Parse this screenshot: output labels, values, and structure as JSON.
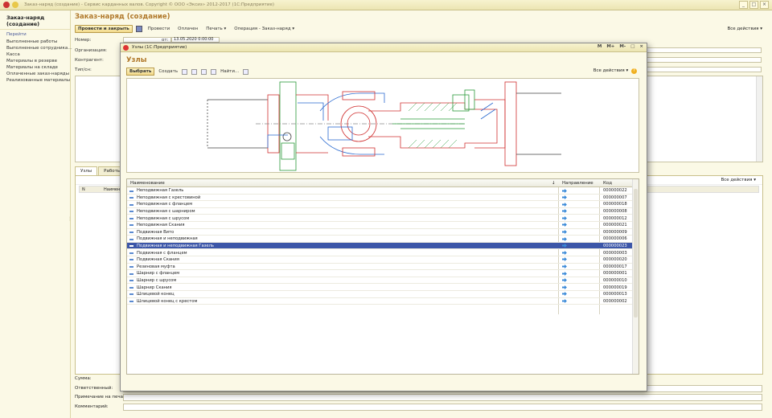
{
  "window": {
    "title": "Заказ-наряд (создание) - Сервис карданных валов. Copyright © ООО «Эксиз» 2012-2017 (1С:Предприятие)",
    "ctrl_min": "_",
    "ctrl_max": "□",
    "ctrl_close": "×"
  },
  "nav": {
    "heading": "Заказ-наряд (создание)",
    "go_label": "Перейти",
    "items": [
      "Выполненные работы",
      "Выполненные сотрудника…",
      "Касса",
      "Материалы в резерве",
      "Материалы на складе",
      "Оплаченные заказ-наряды",
      "Реализованные материалы"
    ]
  },
  "form": {
    "title": "Заказ-наряд (создание)",
    "toolbar": {
      "post_close": "Провести и закрыть",
      "post": "Провести",
      "paid": "Оплачен",
      "print": "Печать ▾",
      "operation": "Операция - Заказ-наряд ▾"
    },
    "all_actions": "Все действия ▾",
    "labels": {
      "number": "Номер:",
      "date_from": "от:",
      "organization": "Организация:",
      "counterparty": "Контрагент:",
      "comment": "Тип/сн:"
    },
    "date_value": "13.05.2020 0:00:00",
    "tabs": [
      "Узлы",
      "Работы"
    ],
    "tab_all_actions": "Все действия ▾",
    "grid_head": {
      "n": "N",
      "name": "Наименование"
    },
    "bottom": {
      "sum": "Сумма:",
      "responsible": "Ответственный:",
      "print_note": "Примечание на печать:",
      "comment": "Комментарий:"
    }
  },
  "modal": {
    "window_title": "Узлы (1С:Предприятие)",
    "title_buttons": [
      "M",
      "M+",
      "M-",
      "□",
      "×"
    ],
    "heading": "Узлы",
    "toolbar": {
      "select": "Выбрать",
      "create": "Создать",
      "find": "Найти..."
    },
    "all_actions": "Все действия ▾",
    "help": "?",
    "columns": [
      "Наименование",
      "Направление",
      "Код"
    ],
    "sort_marker": "↓",
    "rows": [
      {
        "name": "Неподвижная Газель",
        "code": "000000022"
      },
      {
        "name": "Неподвижная с крестовиной",
        "code": "000000007"
      },
      {
        "name": "Неподвижная с фланцем",
        "code": "000000018"
      },
      {
        "name": "Неподвижная с шарниром",
        "code": "000000008"
      },
      {
        "name": "Неподвижная с шрусом",
        "code": "000000012"
      },
      {
        "name": "Неподвижная Скания",
        "code": "000000021"
      },
      {
        "name": "Подвижная Вито",
        "code": "000000009"
      },
      {
        "name": "Подвижная и неподвижная",
        "code": "000000006"
      },
      {
        "name": "Подвижная и неподвижная Газель",
        "code": "000000023"
      },
      {
        "name": "Подвижная с фланцем",
        "code": "000000003"
      },
      {
        "name": "Подвижная Скания",
        "code": "000000020"
      },
      {
        "name": "Резиновая муфта",
        "code": "000000017"
      },
      {
        "name": "Шарнир с фланцем",
        "code": "000000001"
      },
      {
        "name": "Шарнир с шрусом",
        "code": "000000010"
      },
      {
        "name": "Шарнир Скания",
        "code": "000000019"
      },
      {
        "name": "Шлицевой конец",
        "code": "000000013"
      },
      {
        "name": "Шлицевой конец с крестом",
        "code": "000000002"
      }
    ],
    "selected_index": 8
  },
  "colors": {
    "accent_title": "#b0782a",
    "selection": "#3c56a8",
    "drawing_red": "#d03030",
    "drawing_green": "#2a9a3a",
    "drawing_blue": "#2a6ad0"
  }
}
